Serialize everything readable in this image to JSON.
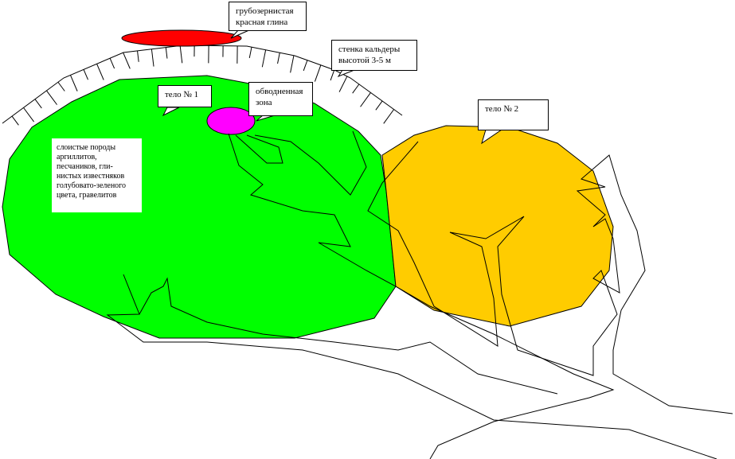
{
  "labels": {
    "red_clay": "грубозернистая красная глина",
    "caldera_wall": "стенка кальдеры высотой 3-5 м",
    "body1": "тело № 1",
    "watered_zone": "обводненная зона",
    "body2": "тело № 2",
    "layered_rocks": "слоистые породы аргиллитов, песчаников, гли-нистых известняков голубовато-зеленого цвета, гравелитов"
  },
  "colors": {
    "body1": "#00ff00",
    "body2": "#ffcc00",
    "red_clay": "#ff0000",
    "watered_zone": "#ff00ff"
  }
}
